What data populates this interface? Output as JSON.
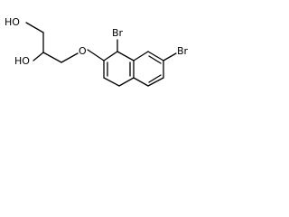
{
  "structure": {
    "atom_labels": {
      "hydroxyl_top": "HO",
      "hydroxyl_mid": "HO",
      "ether_oxygen": "O",
      "bromine_top": "Br",
      "bromine_right": "Br"
    },
    "colors": {
      "bond": "#000000",
      "text": "#000000",
      "background": "#ffffff"
    }
  }
}
